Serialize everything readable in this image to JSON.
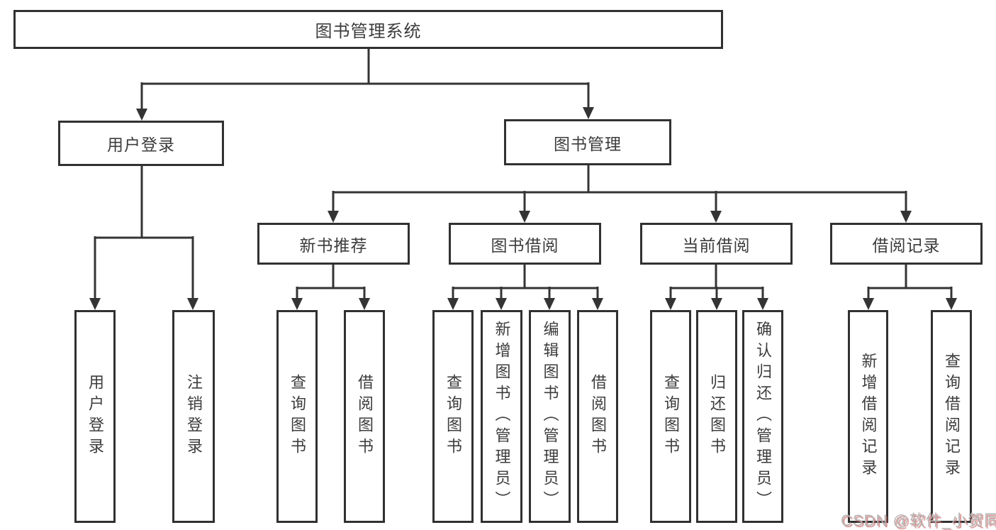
{
  "diagram": {
    "root": {
      "label": "图书管理系统"
    },
    "branches": [
      {
        "label": "用户登录",
        "children": [
          {
            "label": "用户登录"
          },
          {
            "label": "注销登录"
          }
        ]
      },
      {
        "label": "图书管理",
        "modules": [
          {
            "label": "新书推荐",
            "children": [
              {
                "label": "查询图书"
              },
              {
                "label": "借阅图书"
              }
            ]
          },
          {
            "label": "图书借阅",
            "children": [
              {
                "label": "查询图书"
              },
              {
                "label": "新增图书（管理员）"
              },
              {
                "label": "编辑图书（管理员）"
              },
              {
                "label": "借阅图书"
              }
            ]
          },
          {
            "label": "当前借阅",
            "children": [
              {
                "label": "查询图书"
              },
              {
                "label": "归还图书"
              },
              {
                "label": "确认归还（管理员）"
              }
            ]
          },
          {
            "label": "借阅记录",
            "children": [
              {
                "label": "新增借阅记录"
              },
              {
                "label": "查询借阅记录"
              }
            ]
          }
        ]
      }
    ]
  },
  "watermark": {
    "text": "CSDN @软件_小贺同学"
  },
  "colors": {
    "line": "#343434",
    "box_border": "#313131",
    "text": "#3c3c3c",
    "background": "#ffffff",
    "watermark_text": "#b5b5b5",
    "watermark_shadow": "#c76060"
  }
}
